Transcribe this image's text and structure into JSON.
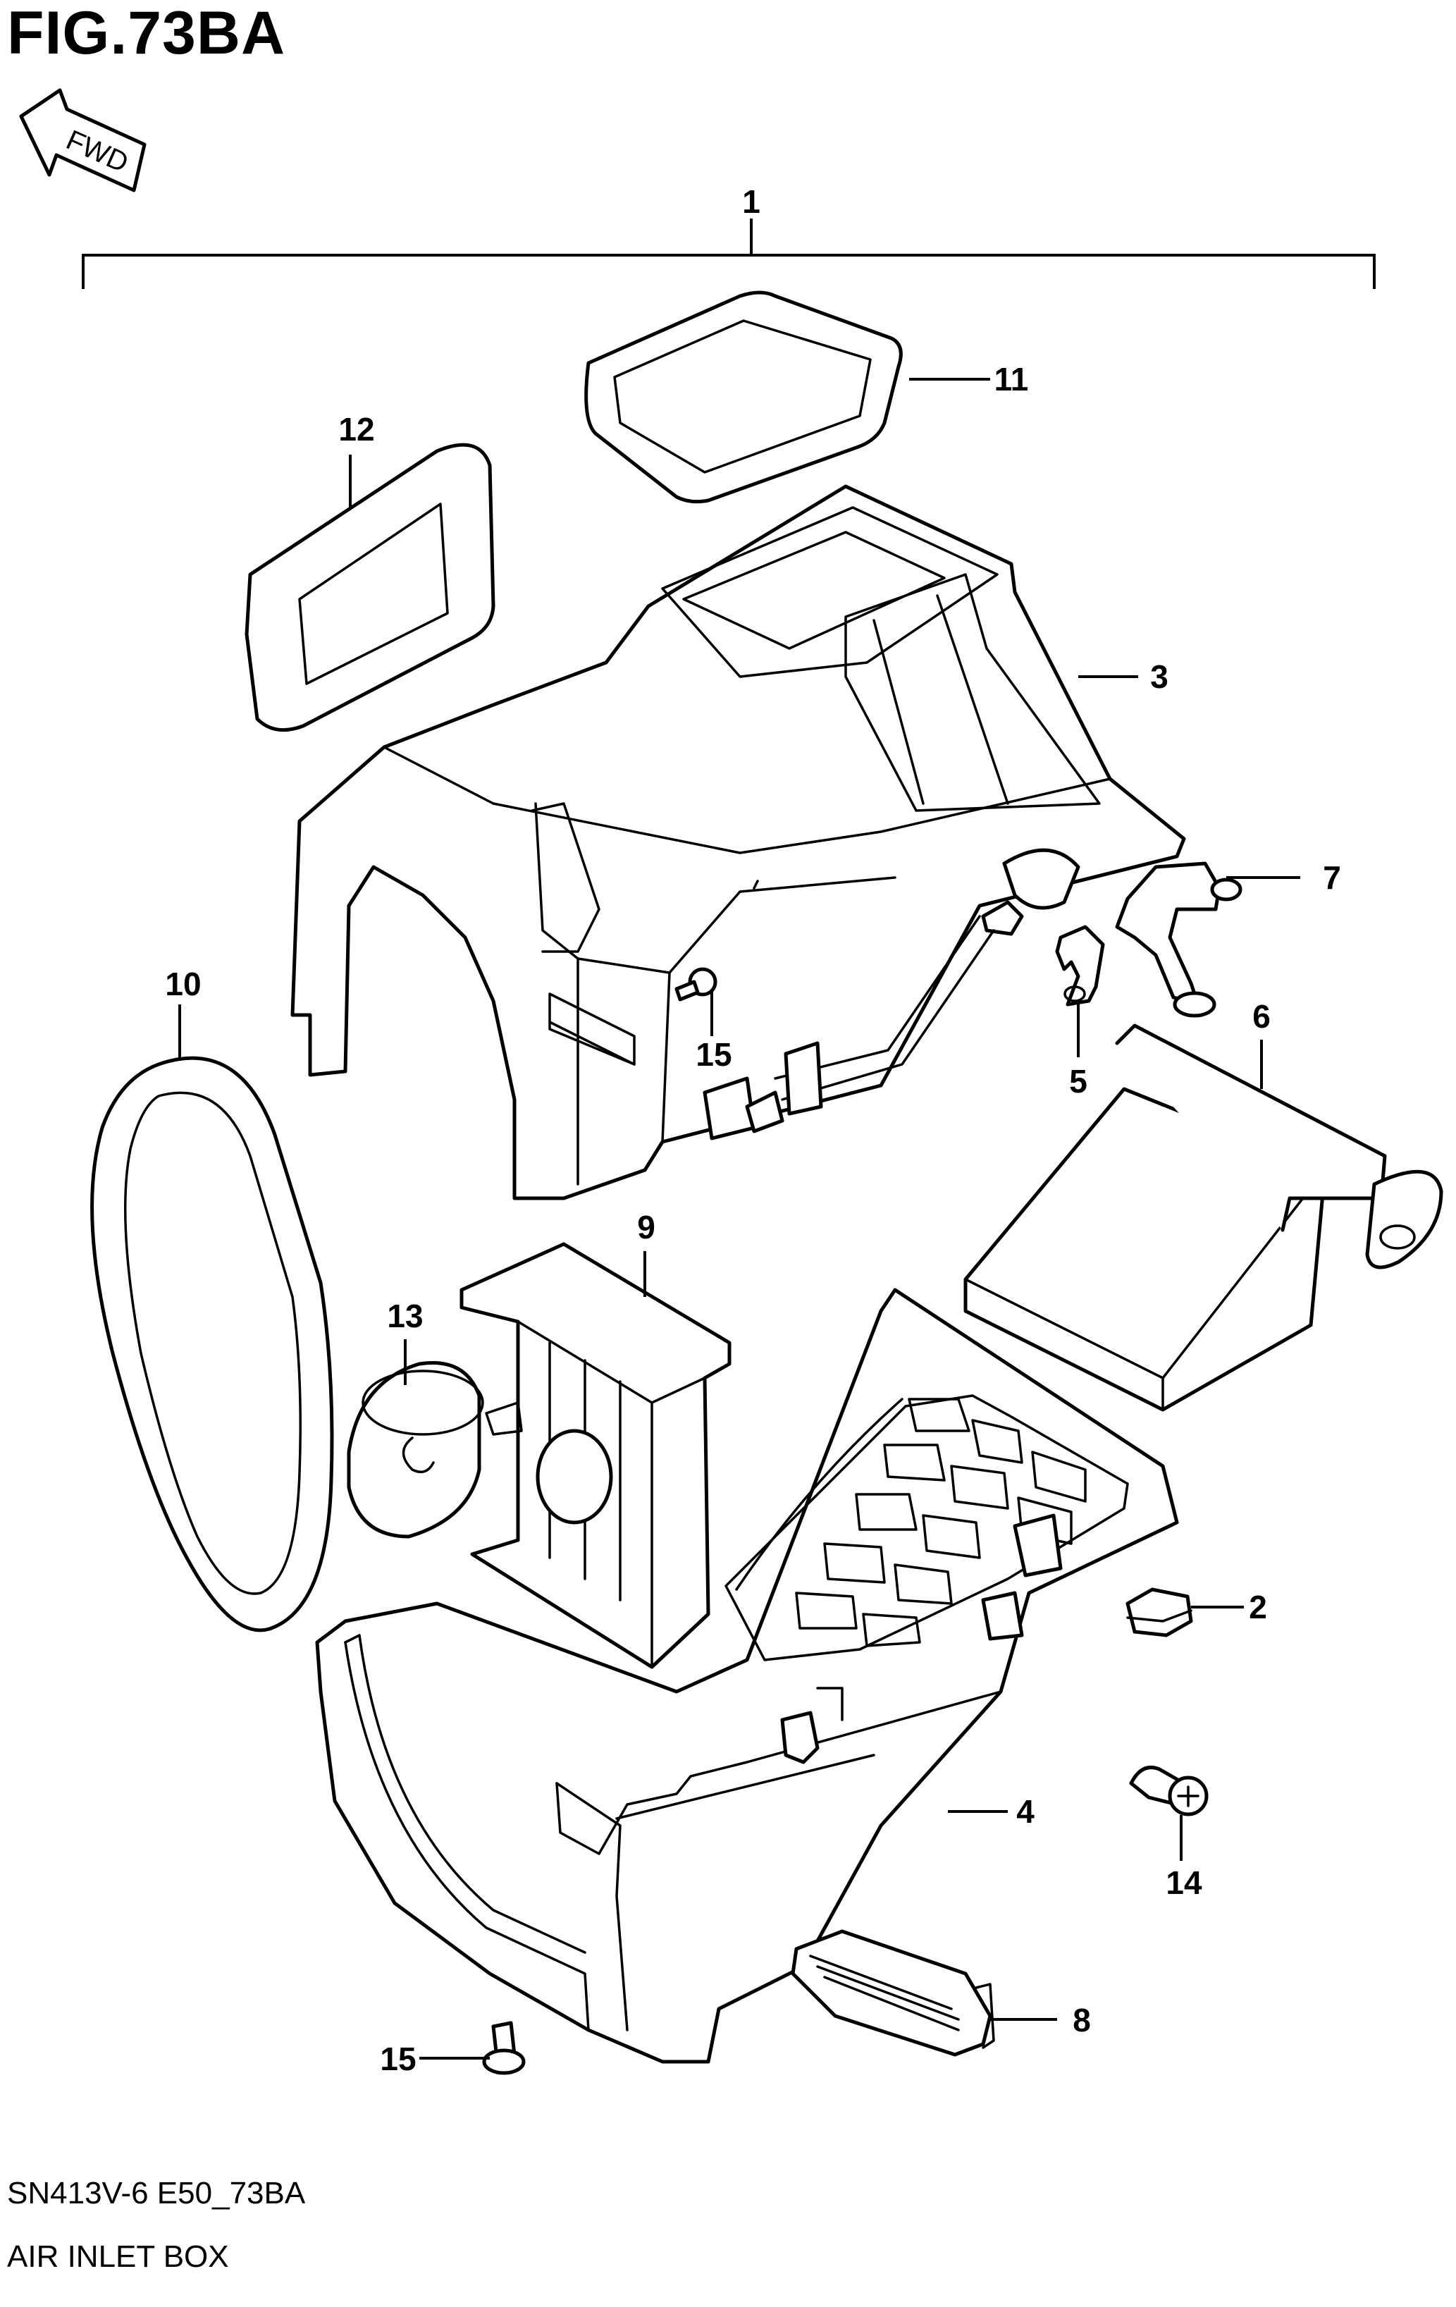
{
  "figure": {
    "title": "FIG.73BA",
    "code": "SN413V-6 E50_73BA",
    "caption": "AIR INLET BOX",
    "direction_label": "FWD"
  },
  "callouts": {
    "c1": "1",
    "c2": "2",
    "c3": "3",
    "c4": "4",
    "c5": "5",
    "c6": "6",
    "c7": "7",
    "c8": "8",
    "c9": "9",
    "c10": "10",
    "c11": "11",
    "c12": "12",
    "c13": "13",
    "c14": "14",
    "c15a": "15",
    "c15b": "15"
  }
}
